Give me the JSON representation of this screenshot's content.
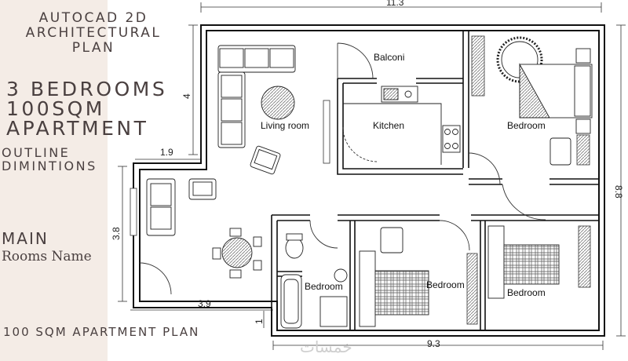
{
  "title": {
    "line1": "AUTOCAD 2D",
    "line2": "ARCHITECTURAL",
    "line3": "PLAN"
  },
  "subtitle": {
    "line1": "3 BEDROOMS",
    "line2": "100SQM",
    "line3": "APARTMENT"
  },
  "outline": {
    "line1": "OUTLINE",
    "line2": "DIMINTIONS"
  },
  "main_rooms": {
    "line1": "MAIN",
    "line2": "Rooms Name"
  },
  "footer_text": "100 SQM APARTMENT PLAN",
  "rooms": {
    "balconi": "Balconi",
    "living_room": "Living room",
    "kitchen": "Kitchen",
    "bedroom_top": "Bedroom",
    "bedroom_bath": "Bedroom",
    "bedroom_middle": "Bedroom",
    "bedroom_right": "Bedroom"
  },
  "dimensions": {
    "top": "11.3",
    "right": "8.8",
    "left_upper": "4",
    "step": "1.9",
    "left_lower": "3.8",
    "bottom_left": "3.9",
    "bottom_right": "9.3",
    "small": "1"
  },
  "colors": {
    "panel_bg": "#f4ece6",
    "panel_text": "#4a4040",
    "wall": "#111111",
    "hatch": "#777777"
  },
  "watermark": "خمسات"
}
